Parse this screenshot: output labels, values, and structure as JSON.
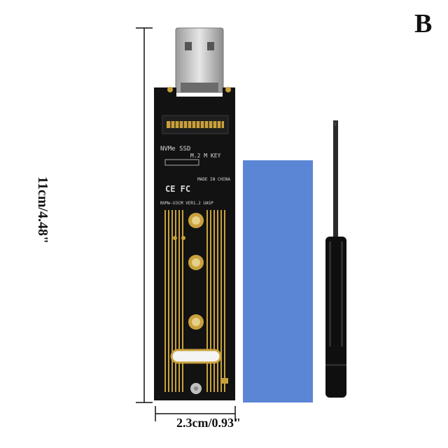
{
  "variant_label": "B",
  "dimensions": {
    "height": "11cm/4.48\"",
    "width": "2.3cm/0.93\""
  },
  "board_text": {
    "model_line": "NVMe SSD",
    "key_line": "M.2 M KEY",
    "origin": "MADE IN CHINA",
    "certs": "CE FC",
    "version_line": "NVMe-U3CM VER1.2 UASP"
  },
  "thermal_pad_color": "#5b86d6",
  "pcb_color": "#121212",
  "gold_color": "#c9a13b"
}
